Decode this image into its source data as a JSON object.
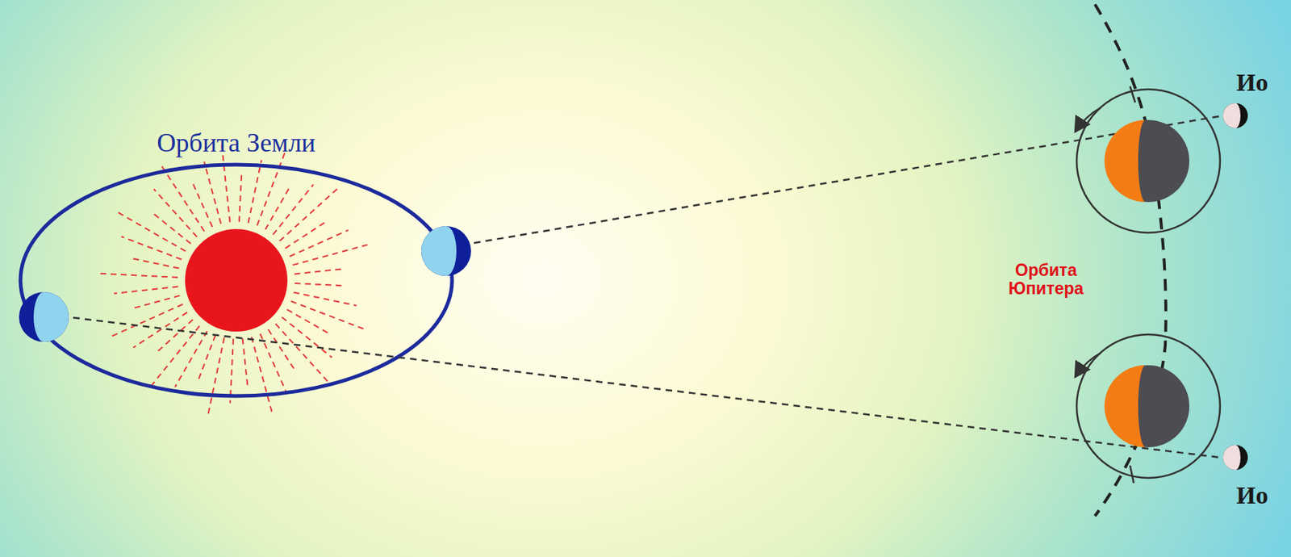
{
  "diagram": {
    "labels": [
      "Орбита Земли",
      "Орбита Юпитера",
      "Ио",
      "Ио"
    ]
  }
}
